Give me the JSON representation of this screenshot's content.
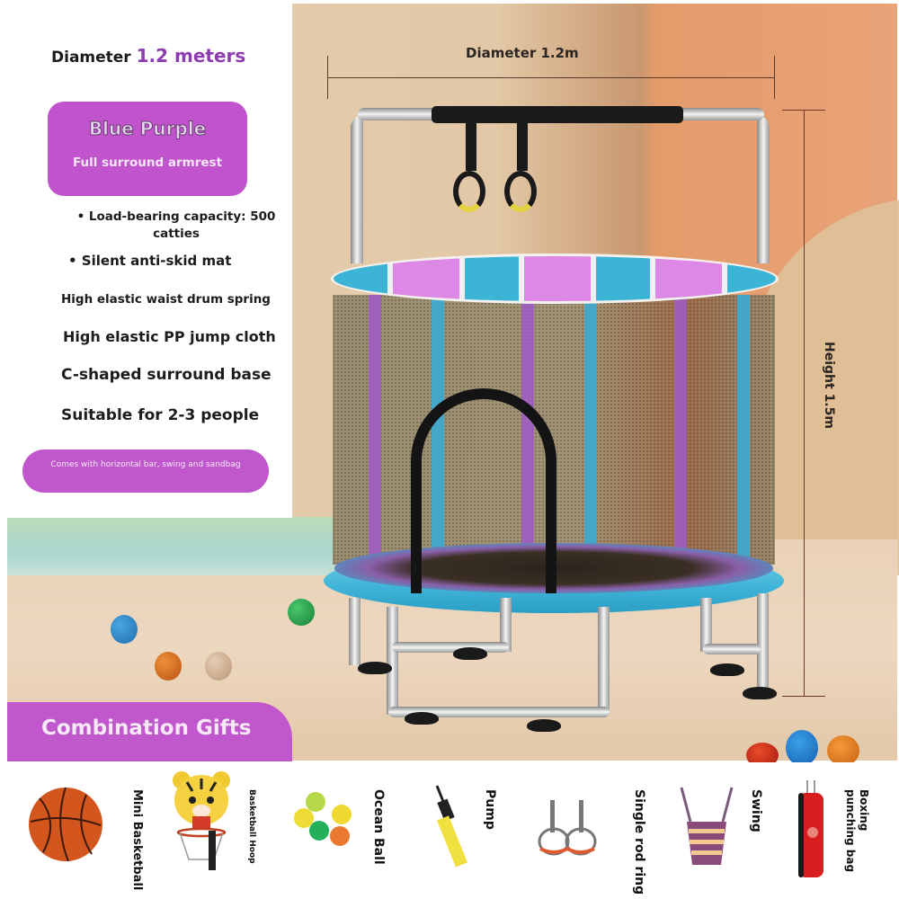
{
  "header": {
    "diameter_prefix": "Diameter",
    "diameter_value": "1.2 meters"
  },
  "color_badge": {
    "name": "Blue Purple",
    "subtitle": "Full surround armrest",
    "color": "#c154cc"
  },
  "features": [
    "• Load-bearing capacity: 500 catties",
    "• Silent anti-skid mat",
    "High elastic waist drum spring",
    "High elastic PP jump cloth",
    "C-shaped surround base",
    "Suitable for 2-3 people"
  ],
  "gift_note": "Comes with horizontal bar, swing and sandbag",
  "dimensions": {
    "diameter_label": "Diameter 1.2m",
    "height_label": "Height 1.5m"
  },
  "gifts": {
    "banner": "Combination Gifts",
    "items": [
      {
        "label": "Mini Basketball",
        "icon": "basketball-icon"
      },
      {
        "label": "Basketball Hoop",
        "icon": "basketball-hoop-icon"
      },
      {
        "label": "Ocean Ball",
        "icon": "ocean-balls-icon"
      },
      {
        "label": "Pump",
        "icon": "pump-icon"
      },
      {
        "label": "Single rod ring",
        "icon": "gym-rings-icon"
      },
      {
        "label": "Swing",
        "icon": "swing-icon"
      },
      {
        "label": "Boxing punching bag",
        "icon": "punching-bag-icon"
      }
    ]
  },
  "colors": {
    "accent_purple": "#c157cc",
    "diameter_value_purple": "#8d3bb0",
    "trampoline_blue": "#3fb4d8",
    "trampoline_pink": "#dd88e6"
  }
}
